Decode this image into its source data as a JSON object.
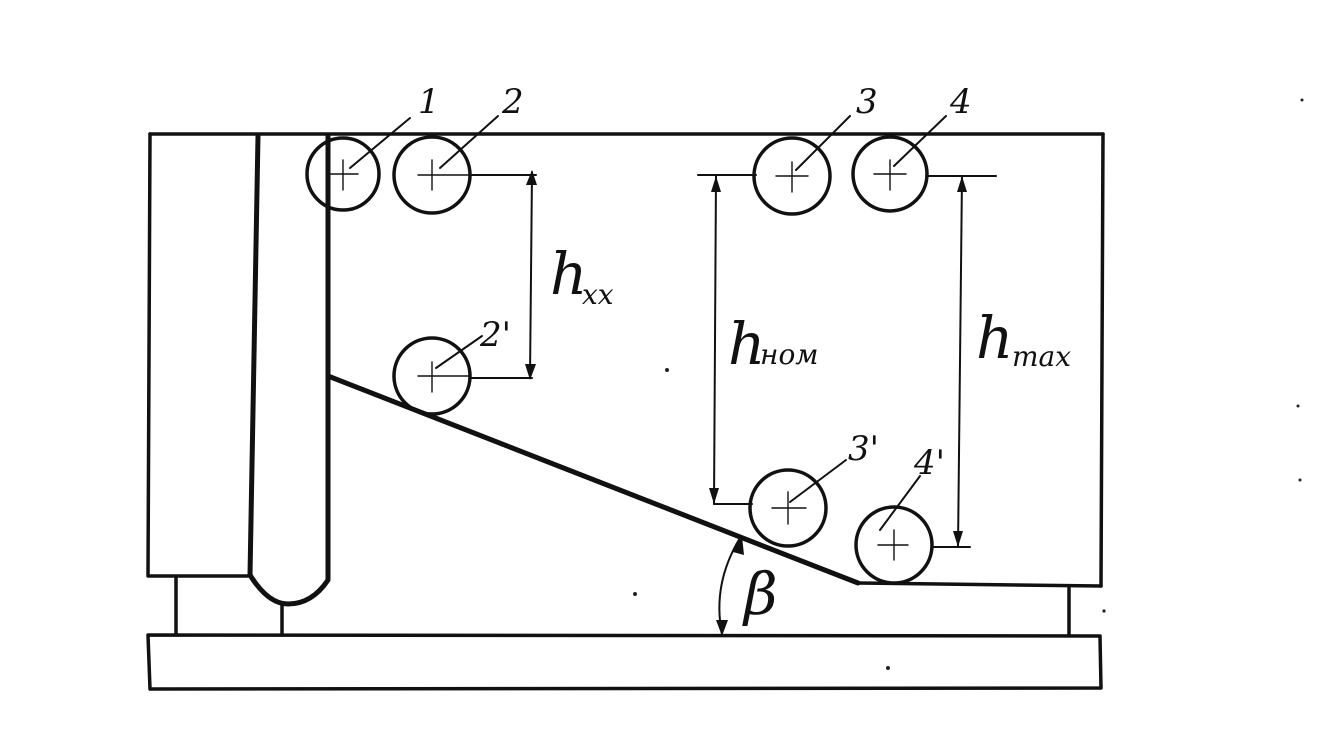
{
  "labels": {
    "roller_1": "1",
    "roller_2": "2",
    "roller_3": "3",
    "roller_4": "4",
    "roller_2_prime": "2'",
    "roller_3_prime": "3'",
    "roller_4_prime": "4'",
    "h_xx_main": "h",
    "h_xx_sub": "xx",
    "h_nom_main": "h",
    "h_nom_sub": "ном",
    "h_max_main": "h",
    "h_max_sub": "max",
    "angle": "β"
  }
}
